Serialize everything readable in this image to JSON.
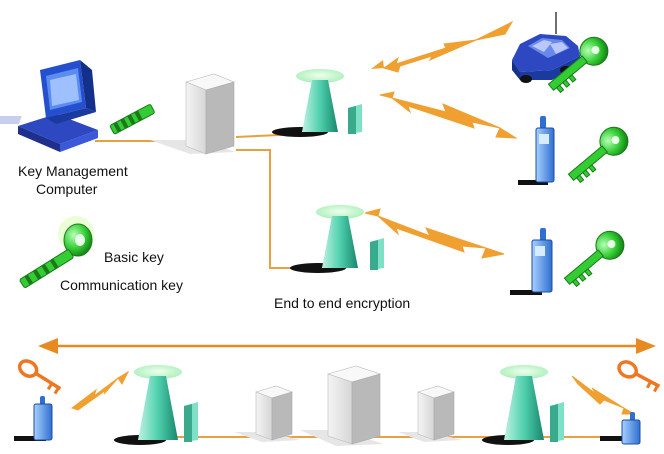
{
  "labels": {
    "computer_line1": "Key Management",
    "computer_line2": "Computer",
    "basic_key": "Basic key",
    "communication_key": "Communication key",
    "end_to_end": "End to end encryption"
  },
  "colors": {
    "link_orange": "#f0a030",
    "wire_orange": "#e8a040",
    "key_green": "#33cc33",
    "key_dark_green": "#1a7a1a",
    "orange_key": "#ee7722",
    "device_blue": "#4488dd",
    "tower_teal": "#44ccaa",
    "server_gray": "#c8c8c8"
  },
  "icons": [
    "computer-icon",
    "server-icon",
    "base-station-icon",
    "car-icon",
    "mobile-phone-icon",
    "green-key-icon",
    "orange-key-icon",
    "lightning-bolt-icon"
  ]
}
